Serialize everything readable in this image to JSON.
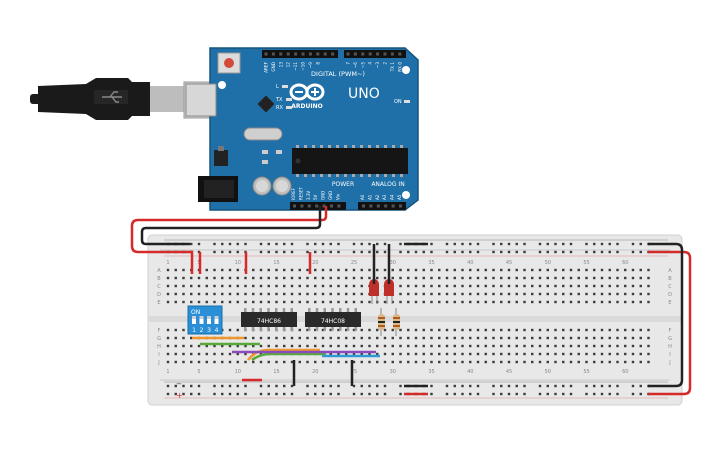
{
  "board": {
    "logo_text": "ARDUINO",
    "model": "UNO",
    "digital_label": "DIGITAL (PWM~)",
    "power_label": "POWER",
    "analog_label": "ANALOG IN",
    "led_l": "L",
    "led_tx": "TX",
    "led_rx": "RX",
    "led_on": "ON",
    "header_top_pins": [
      "AREF",
      "GND",
      "13",
      "12",
      "~11",
      "~10",
      "~9",
      "8",
      "7",
      "~6",
      "~5",
      "4",
      "~3",
      "2",
      "TX 1",
      "RX 0"
    ],
    "power_pins": [
      "IOREF",
      "RESET",
      "3.3V",
      "5V",
      "GND",
      "GND",
      "Vin"
    ],
    "analog_pins": [
      "A0",
      "A1",
      "A2",
      "A3",
      "A4",
      "A5"
    ]
  },
  "breadboard": {
    "column_numbers": [
      "1",
      "5",
      "10",
      "15",
      "20",
      "25",
      "30",
      "35",
      "40",
      "45",
      "50",
      "55",
      "60"
    ],
    "row_letters_top": [
      "A",
      "B",
      "C",
      "D",
      "E"
    ],
    "row_letters_bottom": [
      "F",
      "G",
      "H",
      "I",
      "J"
    ],
    "rail_minus": "−",
    "rail_plus": "+"
  },
  "components": {
    "dip_switch": {
      "label": "ON",
      "positions": [
        "1",
        "2",
        "3",
        "4"
      ]
    },
    "ic1": {
      "label": "74HC86"
    },
    "ic2": {
      "label": "74HC08"
    }
  },
  "colors": {
    "board": "#1f6fa8",
    "breadboard": "#e6e6e6",
    "wire_red": "#d42a2a",
    "wire_black": "#222222",
    "wire_orange": "#f0962e",
    "wire_green": "#58a83a",
    "wire_purple": "#8a4bbf",
    "wire_blue": "#2e9ad8",
    "led_red": "#c0302a",
    "ic_black": "#2a2a2a",
    "dip_blue": "#2a8fd6"
  }
}
